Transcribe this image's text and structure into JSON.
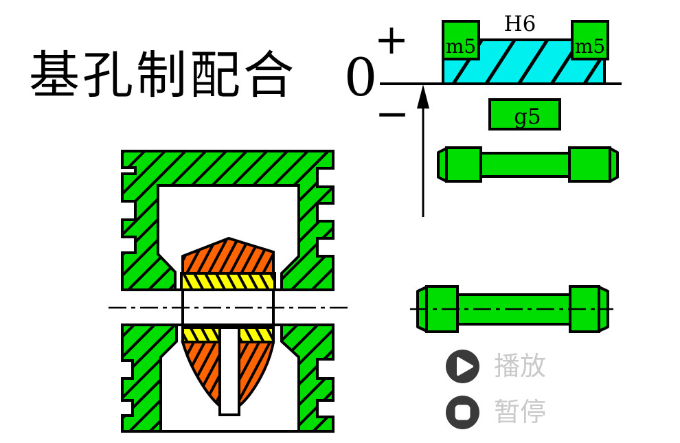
{
  "title": "基孔制配合",
  "colors": {
    "green": "#00dd00",
    "cyan": "#00f0f0",
    "orange": "#ff6400",
    "yellow": "#ffff00",
    "outline": "#000000",
    "button": "#3a3a3a",
    "button_label": "#c9c9c9"
  },
  "tolerance_diagram": {
    "plus_sign": "+",
    "zero_line_label": "0",
    "minus_sign": "−",
    "hole_zone_label": "H6",
    "shaft_zone_label_left": "m5",
    "shaft_zone_label_right": "m5",
    "clearance_zone_label": "g5"
  },
  "controls": {
    "play": {
      "label": "播放"
    },
    "pause": {
      "label": "暂停"
    }
  }
}
